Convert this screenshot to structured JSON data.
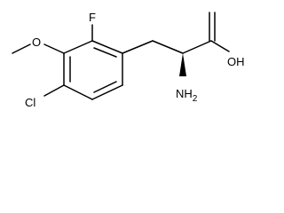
{
  "molecule": {
    "atoms": {
      "fluorine": "F",
      "oxygen_methoxy": "O",
      "chlorine": "Cl",
      "hydroxyl": "OH",
      "amine": "NH",
      "amine_subscript": "2"
    }
  }
}
